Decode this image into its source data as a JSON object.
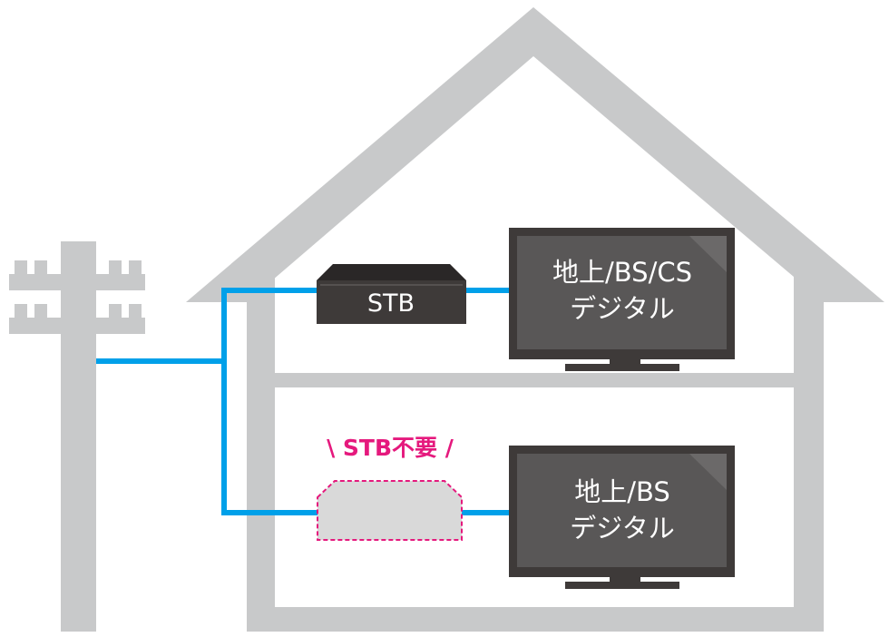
{
  "first_floor": {
    "stb_label": "STB",
    "tv_line1": "地上/BS/CS",
    "tv_line2": "デジタル"
  },
  "ground_floor": {
    "note": "\\ STB不要 /",
    "tv_line1": "地上/BS",
    "tv_line2": "デジタル"
  },
  "colors": {
    "house": "#c8c9ca",
    "cable": "#00a0e9",
    "device": "#3e3a39",
    "accent": "#e5197d"
  }
}
